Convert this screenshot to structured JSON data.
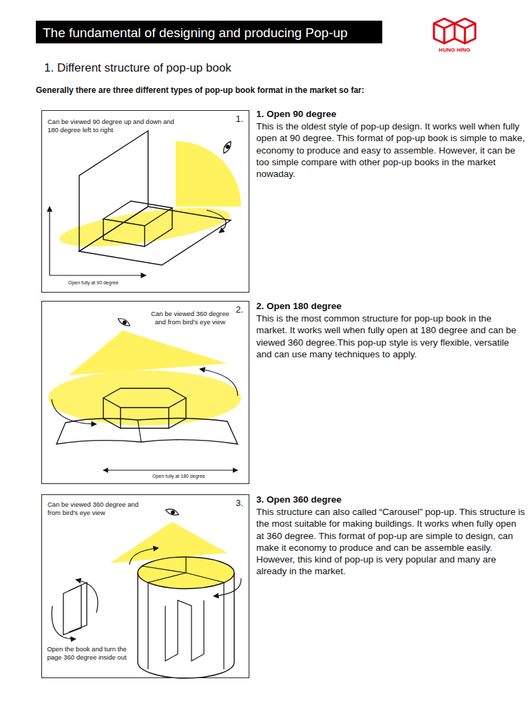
{
  "diagram": {
    "title": "The fundamental of designing and producing Pop-up",
    "nodes": [
      {
        "text": [
          "1.",
          "Can be viewed 90 degree up and down and 180 degree left to right",
          "Open fully at 90 degree"
        ]
      },
      {
        "text": [
          "2.",
          "Can be viewed 360 degree and from bird's eye view",
          "Open fully at 180 degree"
        ]
      },
      {
        "text": [
          "3.",
          "Can be viewed 360 degree and from bird's eye view",
          "Open the book and turn the page 360 degree inside out"
        ]
      }
    ],
    "labels": [
      "HUNG HING",
      "1. Different structure of pop-up book",
      "Generally there are three different types of pop-up book format in the market so far:",
      "1. Open 90 degree",
      "This is the oldest style of pop-up design. It works well when fully open at 90 degree.  This format of pop-up book is simple to make, economy to produce and easy to assemble. However, it can be too simple compare with other pop-up books in the market nowaday.",
      "2. Open 180 degree",
      "This is the most common structure for pop-up book in the market. It works well when fully open at 180 degree and can be viewed 360 degree.This pop-up style is very flexible, versatile and can use many techniques to apply.",
      "3. Open 360 degree",
      "This structure can also called “Carousel” pop-up. This structure is the most suitable for making buildings. It works when fully open at 360 degree. This format of pop-up are simple to design, can make it economy to produce and can be assemble easily. However, this kind of pop-up is very popular and many are already in the market."
    ]
  }
}
